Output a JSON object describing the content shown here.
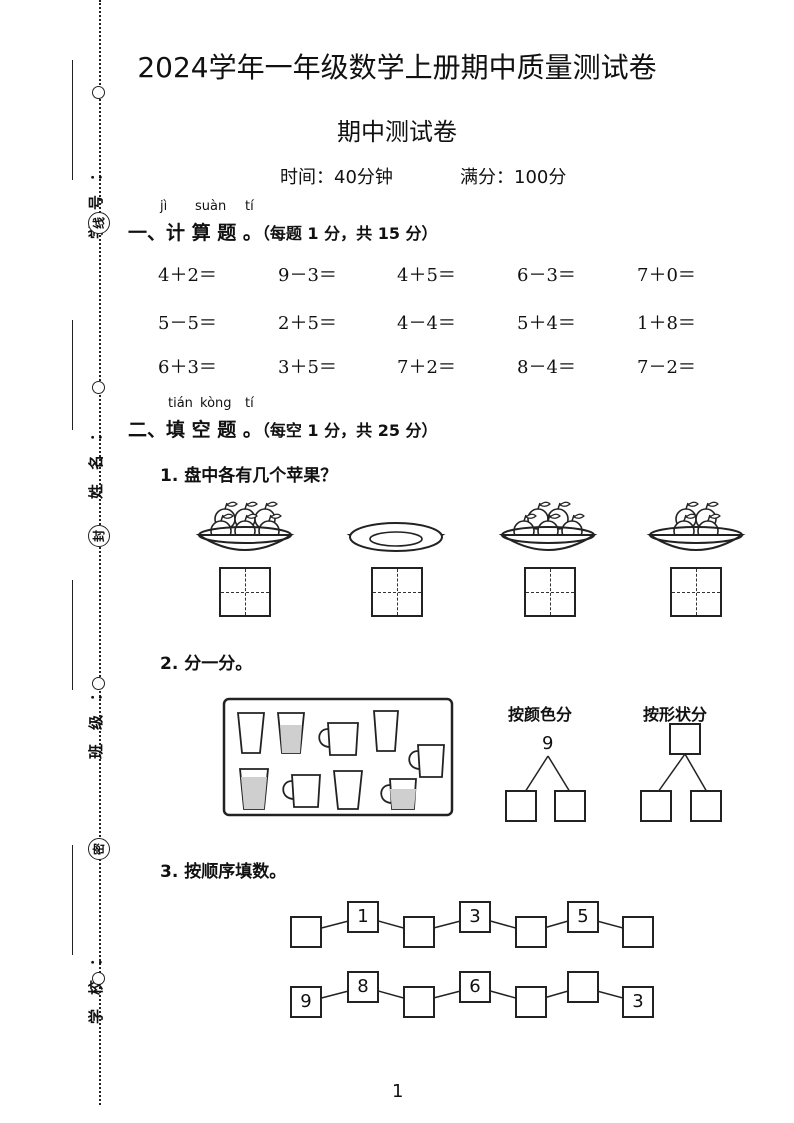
{
  "header": {
    "title": "2024学年一年级数学上册期中质量测试卷",
    "subtitle": "期中测试卷",
    "time_label": "时间：40分钟",
    "score_label": "满分：100分"
  },
  "margin": {
    "fields": [
      "学号：",
      "姓名：",
      "班级：",
      "学校："
    ],
    "seals": [
      "线",
      "封",
      "密"
    ]
  },
  "section1": {
    "pinyin": [
      "jì",
      "suàn",
      "tí"
    ],
    "title": "一、计 算 题 。",
    "note": "（每题 1 分，共 15 分）",
    "problems": [
      [
        "4＋2＝",
        "9－3＝",
        "4＋5＝",
        "6－3＝",
        "7＋0＝"
      ],
      [
        "5－5＝",
        "2＋5＝",
        "4－4＝",
        "5＋4＝",
        "1＋8＝"
      ],
      [
        "6＋3＝",
        "3＋5＝",
        "7＋2＝",
        "8－4＝",
        "7－2＝"
      ]
    ]
  },
  "section2": {
    "pinyin": [
      "tián",
      "kòng",
      "tí"
    ],
    "title": "二、填 空 题 。",
    "note": "（每空 1 分，共 25 分）",
    "q1": {
      "label": "1. 盘中各有几个苹果？",
      "plates": [
        6,
        0,
        5,
        4
      ]
    },
    "q2": {
      "label": "2. 分一分。",
      "by_color": "按颜色分",
      "by_shape": "按形状分",
      "total": "9"
    },
    "q3": {
      "label": "3. 按顺序填数。",
      "row1": [
        "",
        "1",
        "",
        "3",
        "",
        "5",
        ""
      ],
      "row2": [
        "9",
        "8",
        "",
        "6",
        "",
        "",
        "3"
      ]
    }
  },
  "footer": {
    "page": "1"
  }
}
